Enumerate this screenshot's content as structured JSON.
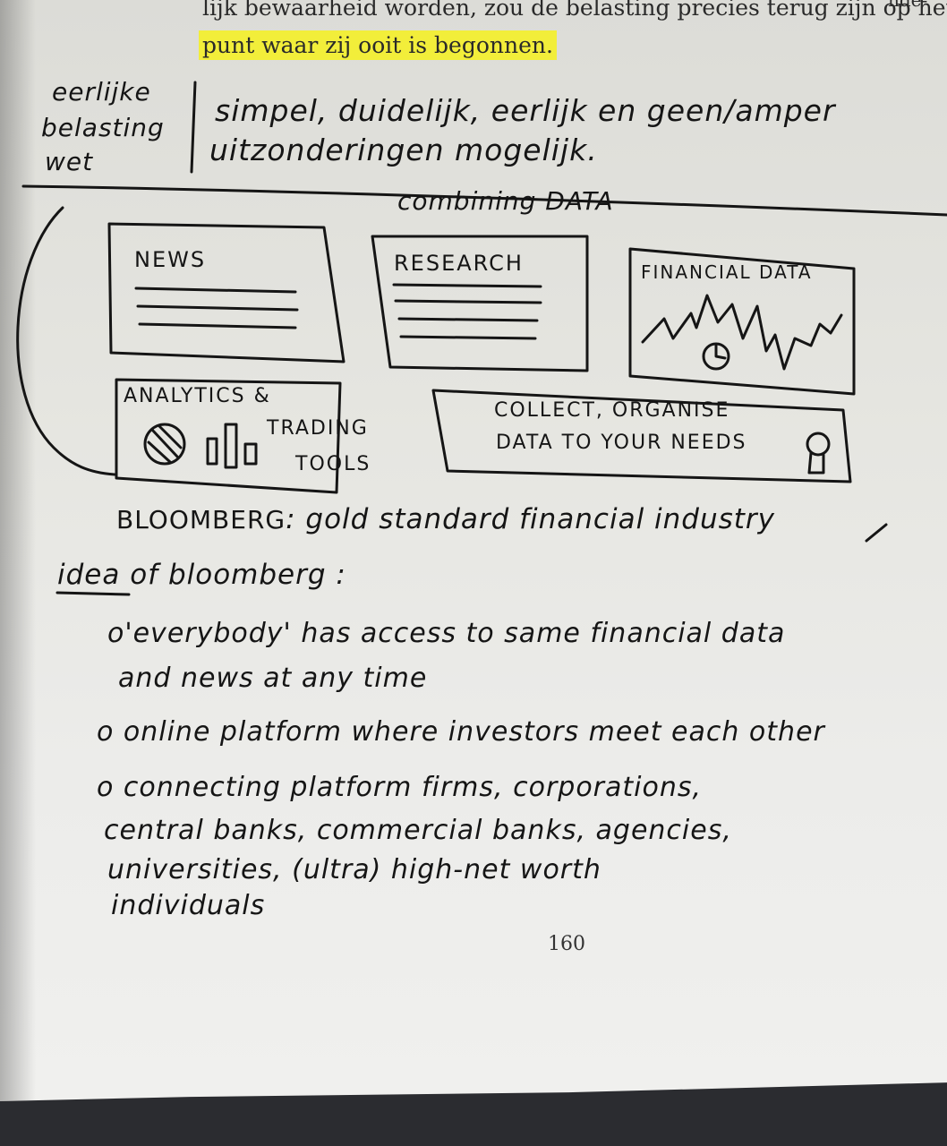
{
  "printed": {
    "line1": "lijk bewaarheid worden, zou de belasting precies terug zijn op het",
    "line1_edge": "nde-",
    "line2": "punt waar zij ooit is begonnen.",
    "highlight_color": "#f2ee3a"
  },
  "note_top": {
    "label_lines": [
      "eerlijke",
      "belasting",
      "wet"
    ],
    "text_lines": [
      "simpel, duidelijk, eerlijk en geen/amper",
      "uitzonderingen mogelijk."
    ]
  },
  "diagram": {
    "title": "combining DATA",
    "boxes": {
      "news": "NEWS",
      "research": "RESEARCH",
      "financial": "FINANCIAL DATA",
      "analytics_lines": [
        "ANALYTICS &",
        "TRADING",
        "TOOLS"
      ],
      "collect_lines": [
        "COLLECT, ORGANISE",
        "DATA TO YOUR NEEDS"
      ]
    }
  },
  "bloomberg": {
    "heading_prefix": "BLOOMBERG",
    "heading_rest": ": gold standard financial industry",
    "idea_word": "idea",
    "idea_rest": "of bloomberg :",
    "bullets": [
      {
        "lines": [
          "o'everybody' has access to same financial data",
          "and news at any time"
        ]
      },
      {
        "lines": [
          "o online platform where investors meet each other"
        ]
      },
      {
        "lines": [
          "o connecting platform firms, corporations,",
          "central banks, commercial banks, agencies,",
          "universities, (ultra) high-net worth",
          "individuals"
        ]
      }
    ]
  },
  "page_number": "160"
}
